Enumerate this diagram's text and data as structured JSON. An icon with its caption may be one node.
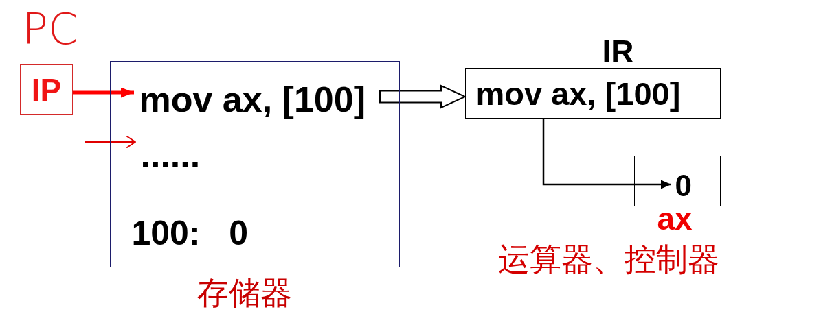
{
  "diagram": {
    "nodes": [
      {
        "text": [
          "IP"
        ],
        "beside": [
          "PC"
        ]
      },
      {
        "text": [],
        "shape": "box",
        "beside": [
          "存储器"
        ]
      },
      {
        "text": [
          "mov ax, [100]"
        ],
        "in": 1
      },
      {
        "text": [
          "......"
        ],
        "in": 1
      },
      {
        "text": [
          "100:   0"
        ],
        "in": 1
      },
      {
        "text": [
          "IR",
          "mov ax, [100]"
        ]
      },
      {
        "text": [],
        "shape": "box",
        "beside": [
          "ax"
        ]
      },
      {
        "text": [
          "0"
        ],
        "in": 6
      }
    ],
    "edges": [
      {
        "from": 0,
        "to": 2,
        "arrow": "to",
        "style": "thick",
        "color": "#ff0000"
      },
      {
        "from": null,
        "to": 3,
        "arrow": "to",
        "color": "#e00000"
      },
      {
        "from": 2,
        "to": 5,
        "arrow": "to",
        "style": "thick",
        "color": "#000000"
      },
      {
        "from": 5,
        "to": 7,
        "arrow": "to",
        "color": "#000000"
      }
    ],
    "labels": [
      "运算器、控制器"
    ]
  }
}
